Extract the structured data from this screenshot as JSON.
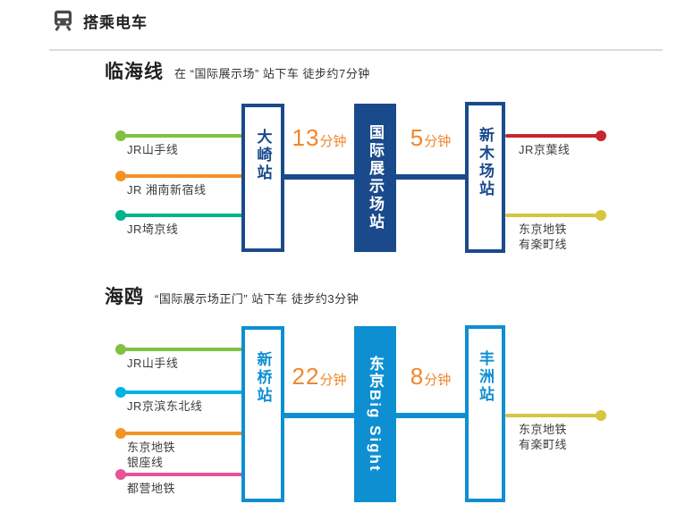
{
  "header": {
    "title": "搭乘电车"
  },
  "time_color": "#F0862D",
  "sections": [
    {
      "title": "临海线",
      "subtitle": "在 “国际展示场” 站下车 徒步约7分钟",
      "theme": "#1A4A8C",
      "stations": [
        "大崎站",
        "国际展示场站",
        "新木场站"
      ],
      "times": [
        {
          "num": "13",
          "unit": "分钟"
        },
        {
          "num": "5",
          "unit": "分钟"
        }
      ],
      "left_lines": [
        {
          "label": [
            "JR山手线"
          ],
          "color": "#7FC241"
        },
        {
          "label": [
            "JR 湘南新宿线"
          ],
          "color": "#F39324"
        },
        {
          "label": [
            "JR埼京线"
          ],
          "color": "#00B48D"
        }
      ],
      "right_lines": [
        {
          "label": [
            "JR京葉线"
          ],
          "color": "#C9252C"
        },
        {
          "label": [
            "东京地铁",
            "有楽町线"
          ],
          "color": "#D5C53F"
        }
      ]
    },
    {
      "title": "海鸥",
      "subtitle": "“国际展示场正门” 站下车 徒步约3分钟",
      "theme": "#0E8FD2",
      "stations": [
        "新桥站",
        "东京Big Sight",
        "丰洲站"
      ],
      "times": [
        {
          "num": "22",
          "unit": "分钟"
        },
        {
          "num": "8",
          "unit": "分钟"
        }
      ],
      "left_lines": [
        {
          "label": [
            "JR山手线"
          ],
          "color": "#7FC241"
        },
        {
          "label": [
            "JR京滨东北线"
          ],
          "color": "#00B2E5"
        },
        {
          "label": [
            "东京地铁",
            "银座线"
          ],
          "color": "#F39324"
        },
        {
          "label": [
            "都营地铁"
          ],
          "color": "#E85298"
        }
      ],
      "right_lines": [
        {
          "label": [
            "东京地铁",
            "有楽町线"
          ],
          "color": "#D5C53F"
        }
      ]
    }
  ]
}
